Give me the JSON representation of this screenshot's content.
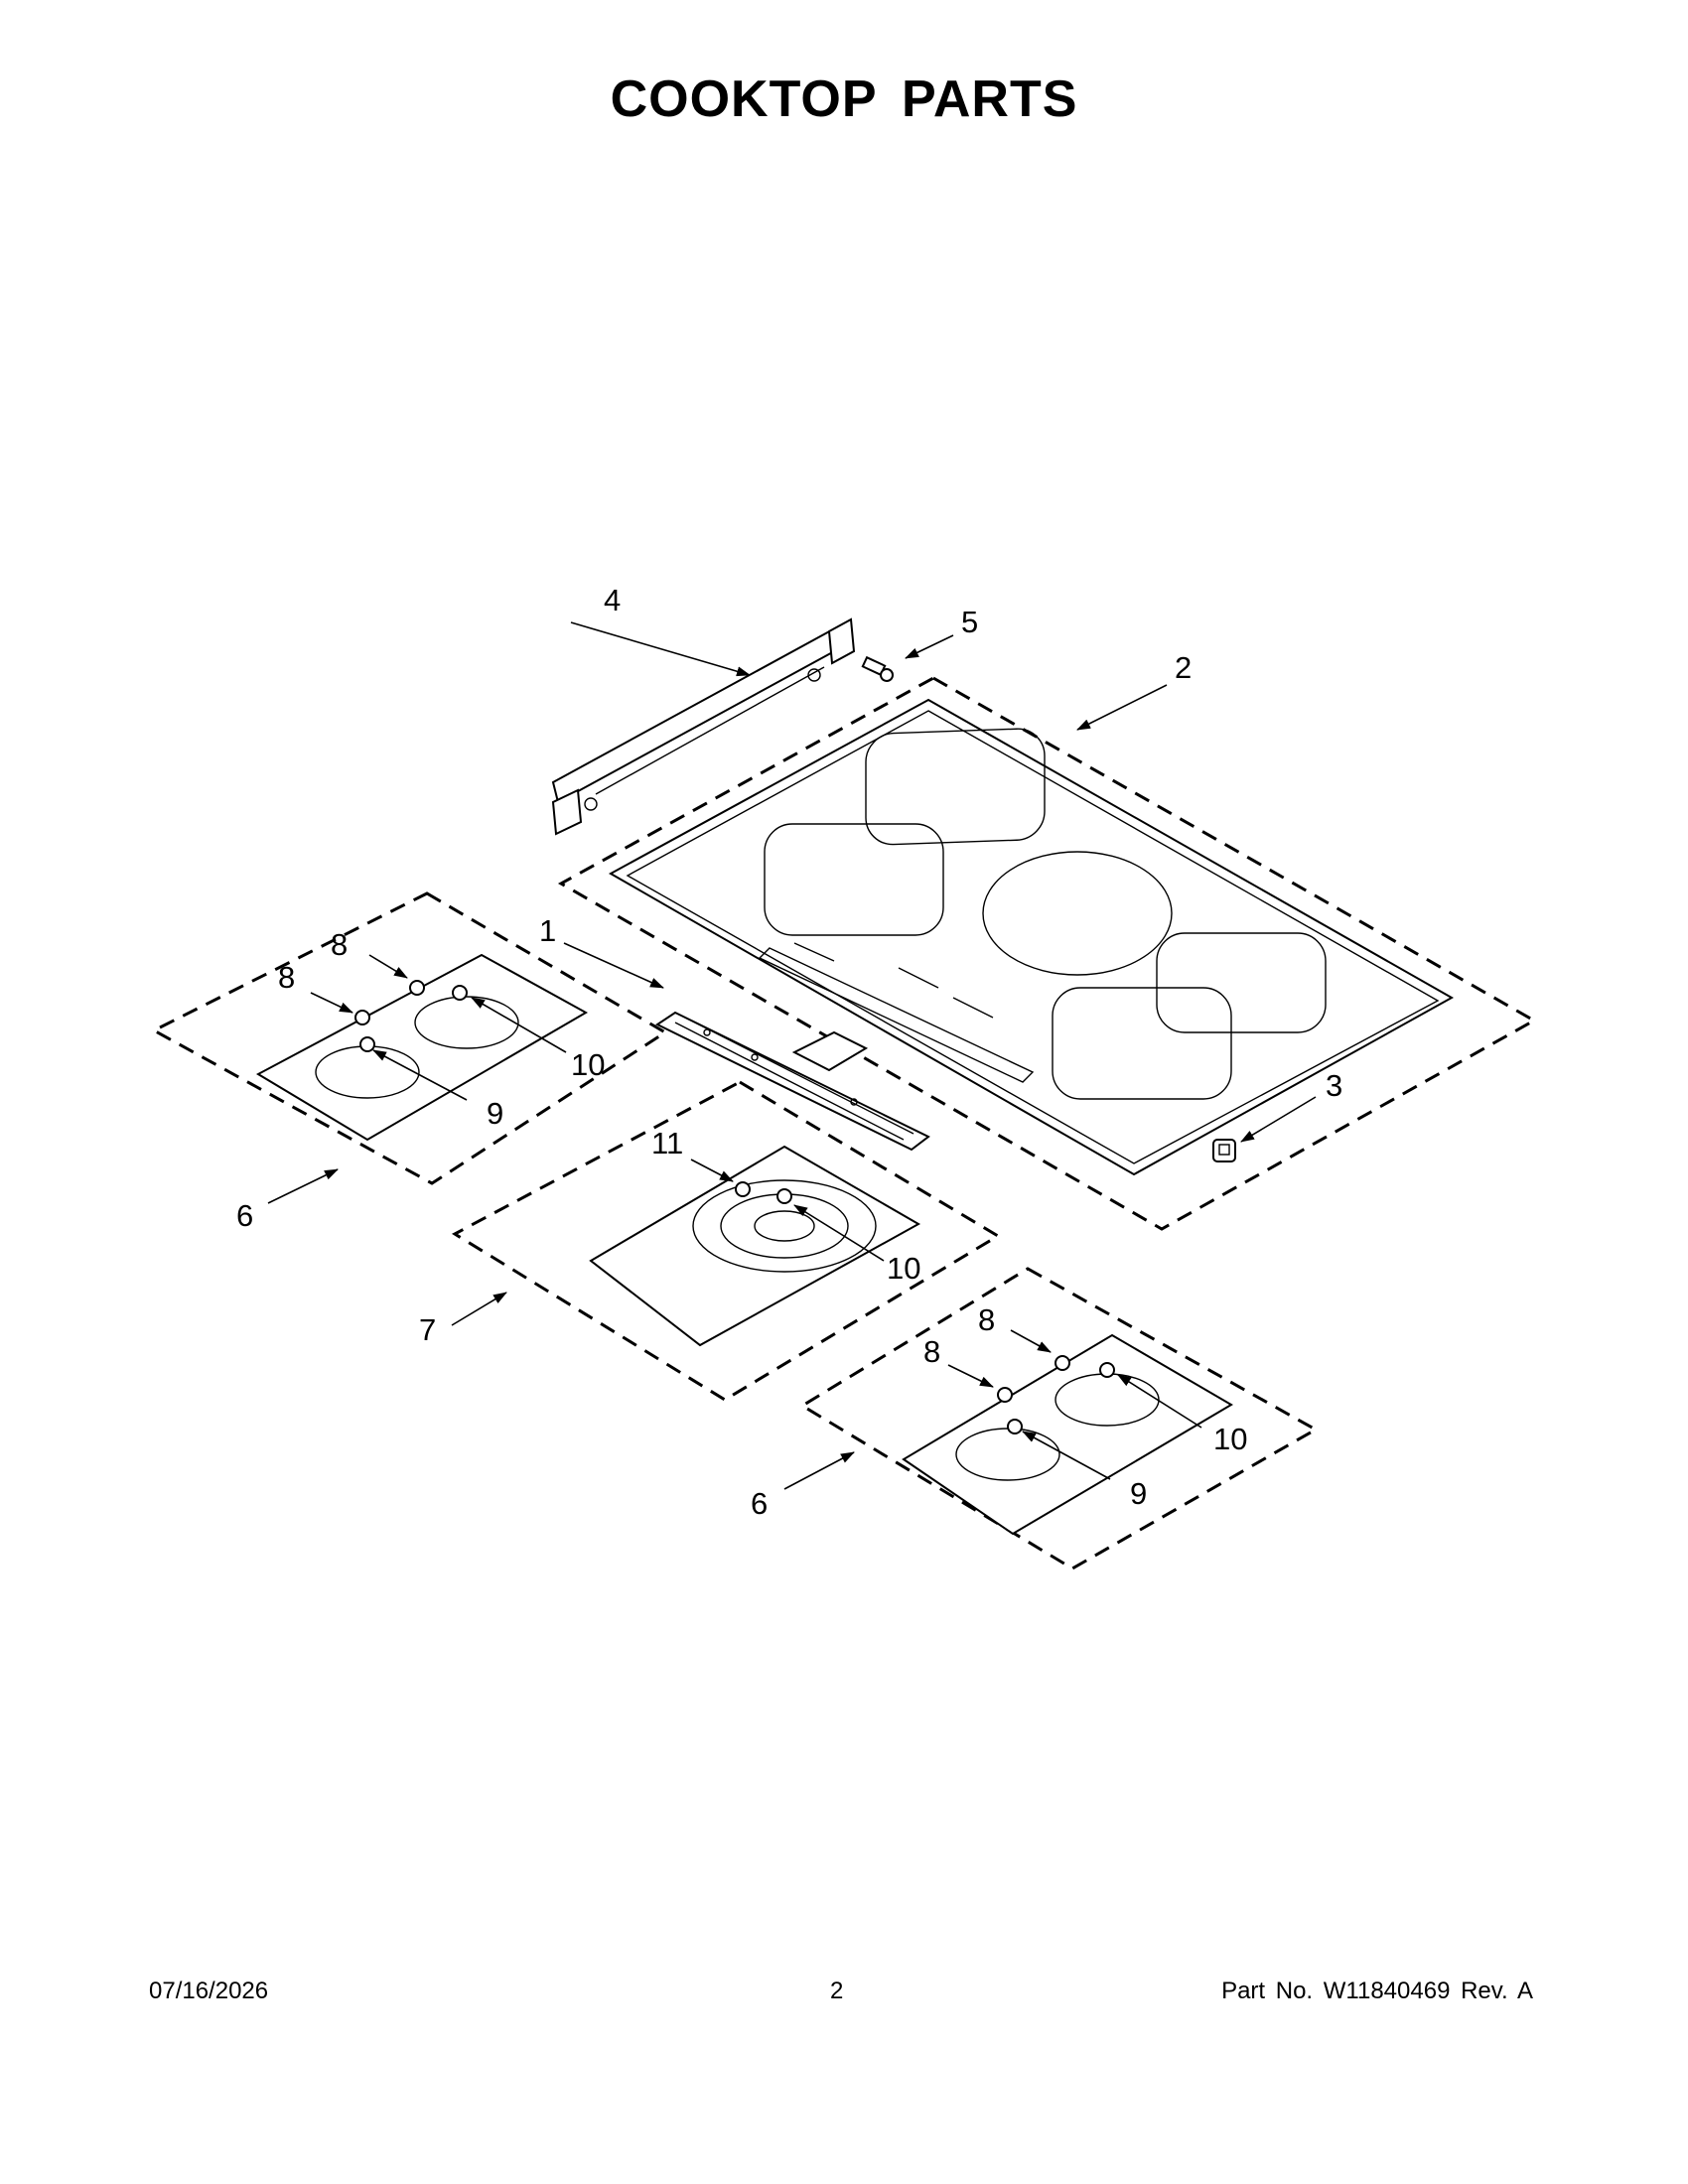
{
  "title": "COOKTOP PARTS",
  "callouts": {
    "c1": "1",
    "c2": "2",
    "c3": "3",
    "c4": "4",
    "c5": "5",
    "c6a": "6",
    "c6b": "6",
    "c7": "7",
    "c8a": "8",
    "c8b": "8",
    "c8c": "8",
    "c8d": "8",
    "c9a": "9",
    "c9b": "9",
    "c10a": "10",
    "c10b": "10",
    "c10c": "10",
    "c11": "11"
  },
  "footer": {
    "date": "07/16/2026",
    "page": "2",
    "part_number": "Part No.  W11840469  Rev.  A"
  }
}
